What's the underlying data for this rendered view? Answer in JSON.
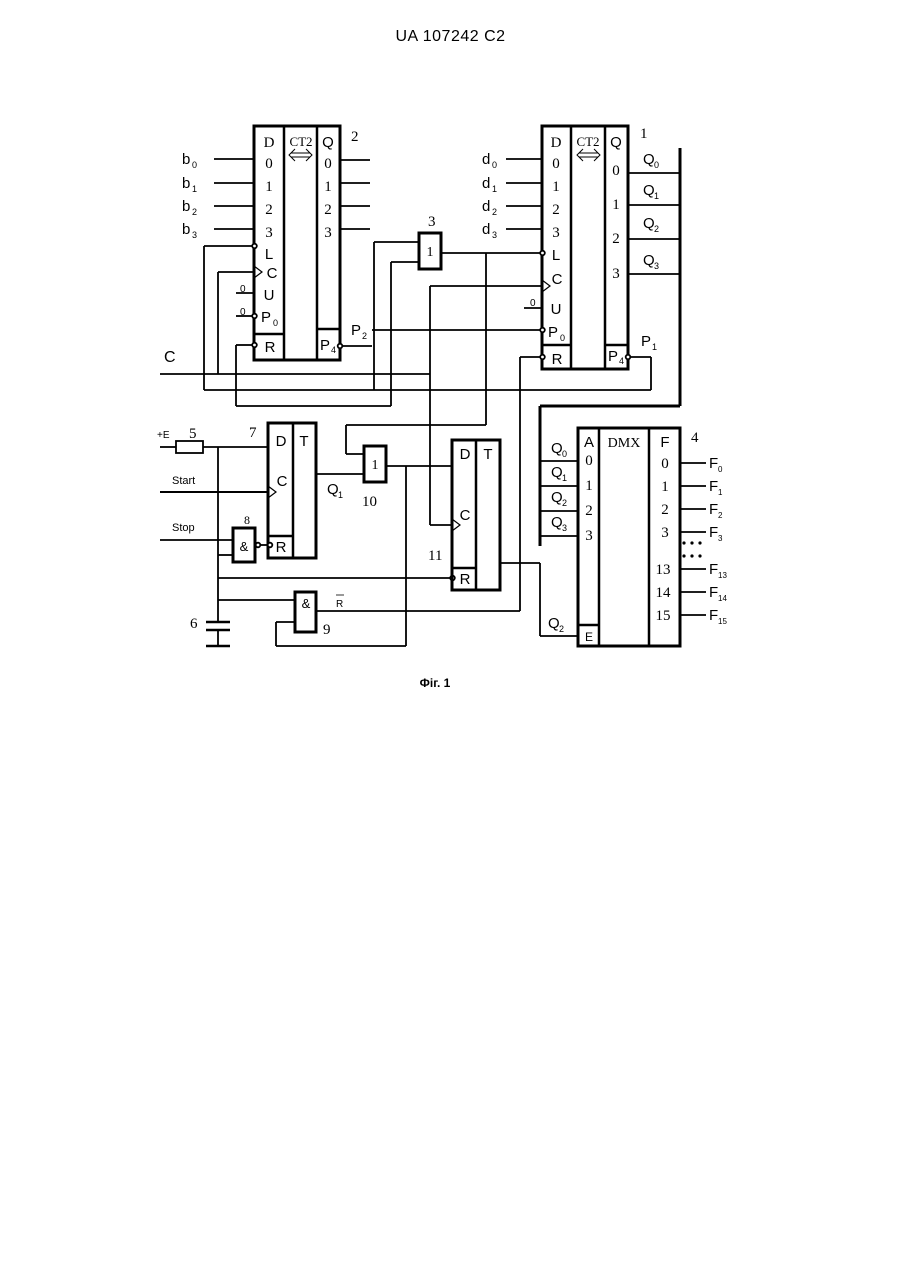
{
  "header": {
    "doc_code": "UA   107242   C2"
  },
  "caption": "Фіг. 1",
  "ct_a": {
    "num": "2",
    "title": "CT2",
    "left": [
      "D",
      "0",
      "1",
      "2",
      "3",
      "L",
      "C",
      "U",
      "P",
      "R"
    ],
    "right": [
      "Q",
      "0",
      "1",
      "2",
      "3",
      "P"
    ],
    "inputs": [
      "b",
      "b",
      "b",
      "b"
    ],
    "input_subs": [
      "0",
      "1",
      "2",
      "3"
    ],
    "consts": [
      "0",
      "0"
    ]
  },
  "ct_b": {
    "num": "1",
    "title": "CT2",
    "left": [
      "D",
      "0",
      "1",
      "2",
      "3",
      "L",
      "C",
      "U",
      "P",
      "R"
    ],
    "right": [
      "Q",
      "0",
      "1",
      "2",
      "3",
      "P"
    ],
    "inputs": [
      "d",
      "d",
      "d",
      "d"
    ],
    "input_subs": [
      "0",
      "1",
      "2",
      "3"
    ],
    "outputs": [
      "Q",
      "Q",
      "Q",
      "Q"
    ],
    "output_subs": [
      "0",
      "1",
      "2",
      "3"
    ],
    "const": "0"
  },
  "dmx": {
    "num": "4",
    "title": "DMX",
    "left": [
      "A",
      "0",
      "1",
      "2",
      "3",
      "E"
    ],
    "right_header": "F",
    "right": [
      "0",
      "1",
      "2",
      "3",
      "13",
      "14",
      "15"
    ],
    "inputs": [
      "Q",
      "Q",
      "Q",
      "Q"
    ],
    "input_subs": [
      "0",
      "1",
      "2",
      "3"
    ],
    "outputs": [
      "F",
      "F",
      "F",
      "F",
      "F",
      "F",
      "F"
    ],
    "output_subs": [
      "0",
      "1",
      "2",
      "3",
      "13",
      "14",
      "15"
    ],
    "enable_label": "Q",
    "enable_sub": "2"
  },
  "trig7": {
    "num": "7",
    "d": "D",
    "t": "T",
    "c": "C",
    "r": "R"
  },
  "trig11": {
    "num": "11",
    "d": "D",
    "t": "T",
    "c": "C",
    "r": "R"
  },
  "gate3": {
    "num": "3",
    "sym": "1"
  },
  "gate10": {
    "num": "10",
    "sym": "1"
  },
  "gate8": {
    "num": "8",
    "sym": "&"
  },
  "gate9": {
    "num": "9",
    "sym": "&"
  },
  "labels": {
    "c": "C",
    "plus_e": "+E",
    "start": "Start",
    "stop": "Stop",
    "r_bar": "R",
    "q": "Q",
    "q1_sub": "1",
    "p": "P",
    "p2_sub": "2",
    "p1_sub": "1",
    "p0_sub": "0",
    "p4_sub": "4",
    "resistor_num": "5",
    "cap_num": "6"
  }
}
